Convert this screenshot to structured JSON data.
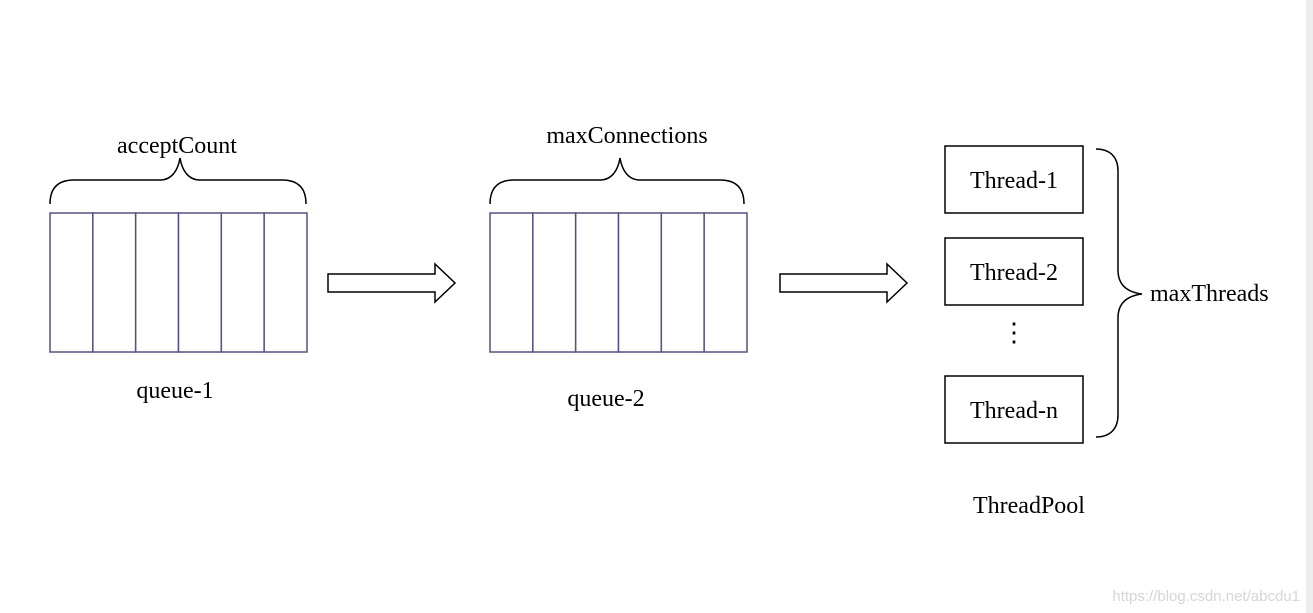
{
  "queue1": {
    "brace_label": "acceptCount",
    "caption": "queue-1",
    "slots": 6
  },
  "queue2": {
    "brace_label": "maxConnections",
    "caption": "queue-2",
    "slots": 6
  },
  "thread_pool": {
    "threads": [
      "Thread-1",
      "Thread-2",
      "Thread-n"
    ],
    "ellipsis": "⋮",
    "brace_label": "maxThreads",
    "caption": "ThreadPool"
  },
  "watermark": "https://blog.csdn.net/abcdu1",
  "colors": {
    "queue_stroke": "#5a5080",
    "line": "#000000",
    "background": "#ffffff"
  }
}
